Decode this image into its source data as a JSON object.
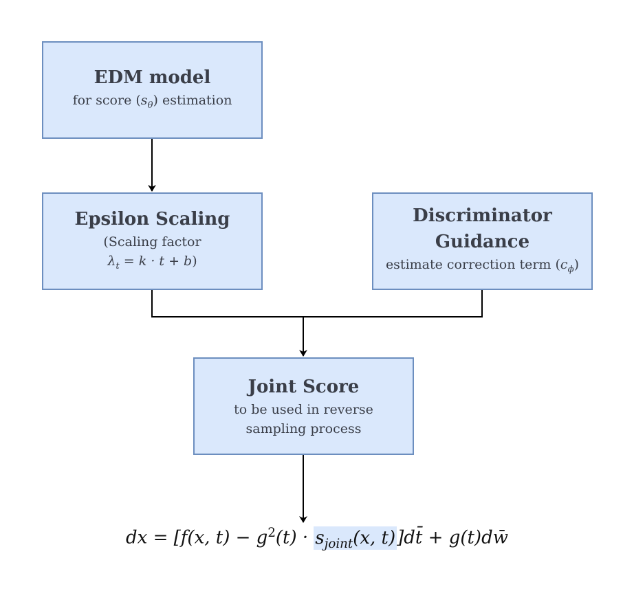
{
  "nodes": {
    "edm": {
      "title": "EDM model",
      "subtitle_prefix": "for score (",
      "subtitle_symbol": "s",
      "subtitle_subscript": "θ",
      "subtitle_suffix": ") estimation"
    },
    "epsilon": {
      "title": "Epsilon Scaling",
      "line1": "(Scaling factor",
      "formula_symbol": "λ",
      "formula_subscript": "t",
      "formula_rhs": " = k · t + b",
      "formula_close": ")"
    },
    "discriminator": {
      "title_line1": "Discriminator",
      "title_line2": "Guidance",
      "subtitle_prefix": "estimate correction term (",
      "subtitle_symbol": "c",
      "subtitle_subscript": "ϕ",
      "subtitle_suffix": ")"
    },
    "joint": {
      "title": "Joint Score",
      "line1": "to be used in reverse",
      "line2": "sampling process"
    }
  },
  "equation": {
    "part1": "dx = [f(x, t) − g",
    "power": "2",
    "part2": "(t) · ",
    "highlight_symbol": "s",
    "highlight_subscript": "joint",
    "highlight_args": "(x, t)",
    "part3": "]dt̄ + g(t)dw̄"
  },
  "colors": {
    "box_fill": "#dae8fc",
    "box_border": "#6c8ebf",
    "text": "#3a3e48",
    "connector": "#000000"
  }
}
